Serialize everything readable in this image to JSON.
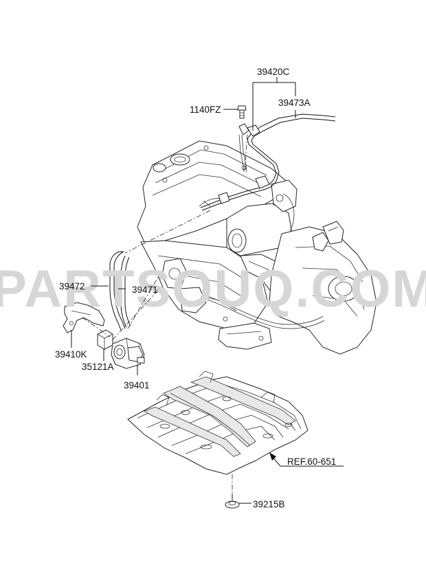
{
  "watermark": "PARTSOUQ.COM",
  "labels": {
    "p39420C": "39420C",
    "p39473A": "39473A",
    "p1140FZ": "1140FZ",
    "p39472": "39472",
    "p39471": "39471",
    "p39410K": "39410K",
    "p35121A": "35121A",
    "p39401": "39401",
    "ref": "REF.60-651",
    "p39215B": "39215B"
  },
  "colors": {
    "line": "#111111",
    "watermark": "#d6d6d6",
    "background": "#ffffff"
  }
}
